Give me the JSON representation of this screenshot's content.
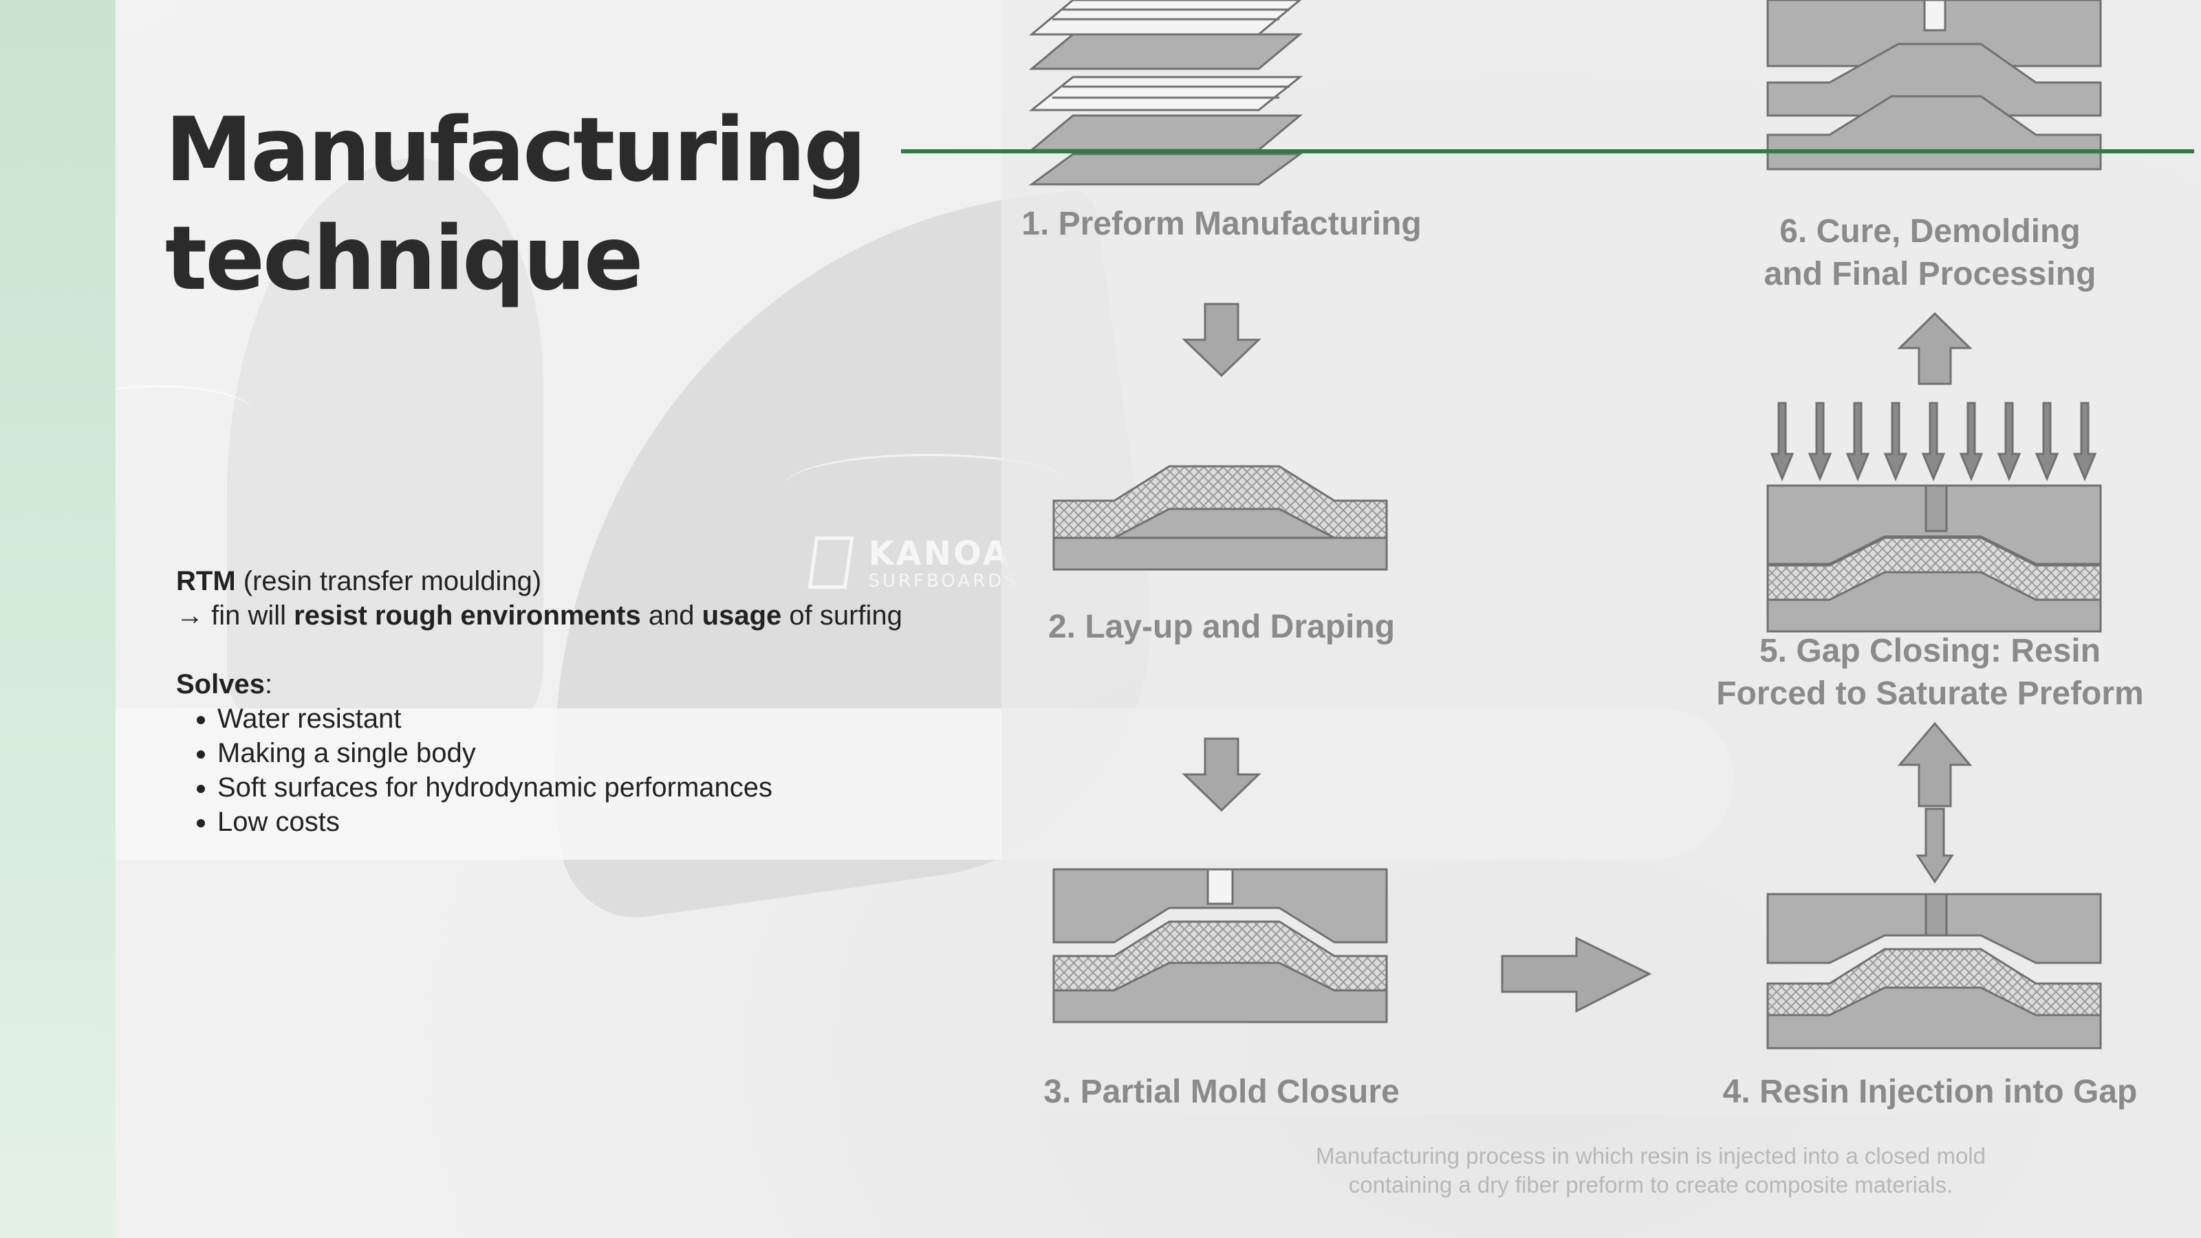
{
  "slide": {
    "title_line1": "Manufacturing",
    "title_line2": "technique",
    "accent_color": "#2e7d3e",
    "sidebar_color": "#d7ebdb"
  },
  "logo": {
    "name": "KANOA",
    "sub": "SURFBOARDS"
  },
  "body": {
    "rtm_bold": "RTM",
    "rtm_rest": " (resin transfer moulding)",
    "line2_a": "→ fin will ",
    "line2_b": "resist rough environments",
    "line2_c": " and ",
    "line2_d": "usage",
    "line2_e": " of surfing",
    "solves_label": "Solves",
    "solves_colon": ":",
    "items": [
      "Water resistant",
      "Making a single body",
      "Soft surfaces for hydrodynamic performances",
      "Low costs"
    ]
  },
  "diagram": {
    "step1": "1. Preform Manufacturing",
    "step2": "2. Lay-up and Draping",
    "step3": "3. Partial Mold Closure",
    "step4": "4. Resin Injection into Gap",
    "step5_line1": "5. Gap Closing: Resin",
    "step5_line2": "Forced to Saturate Preform",
    "step6_line1": "6. Cure, Demolding",
    "step6_line2": "and Final Processing"
  },
  "caption": {
    "line1": "Manufacturing process in which resin is injected into a closed mold",
    "line2": "containing a dry fiber preform to create composite materials."
  }
}
